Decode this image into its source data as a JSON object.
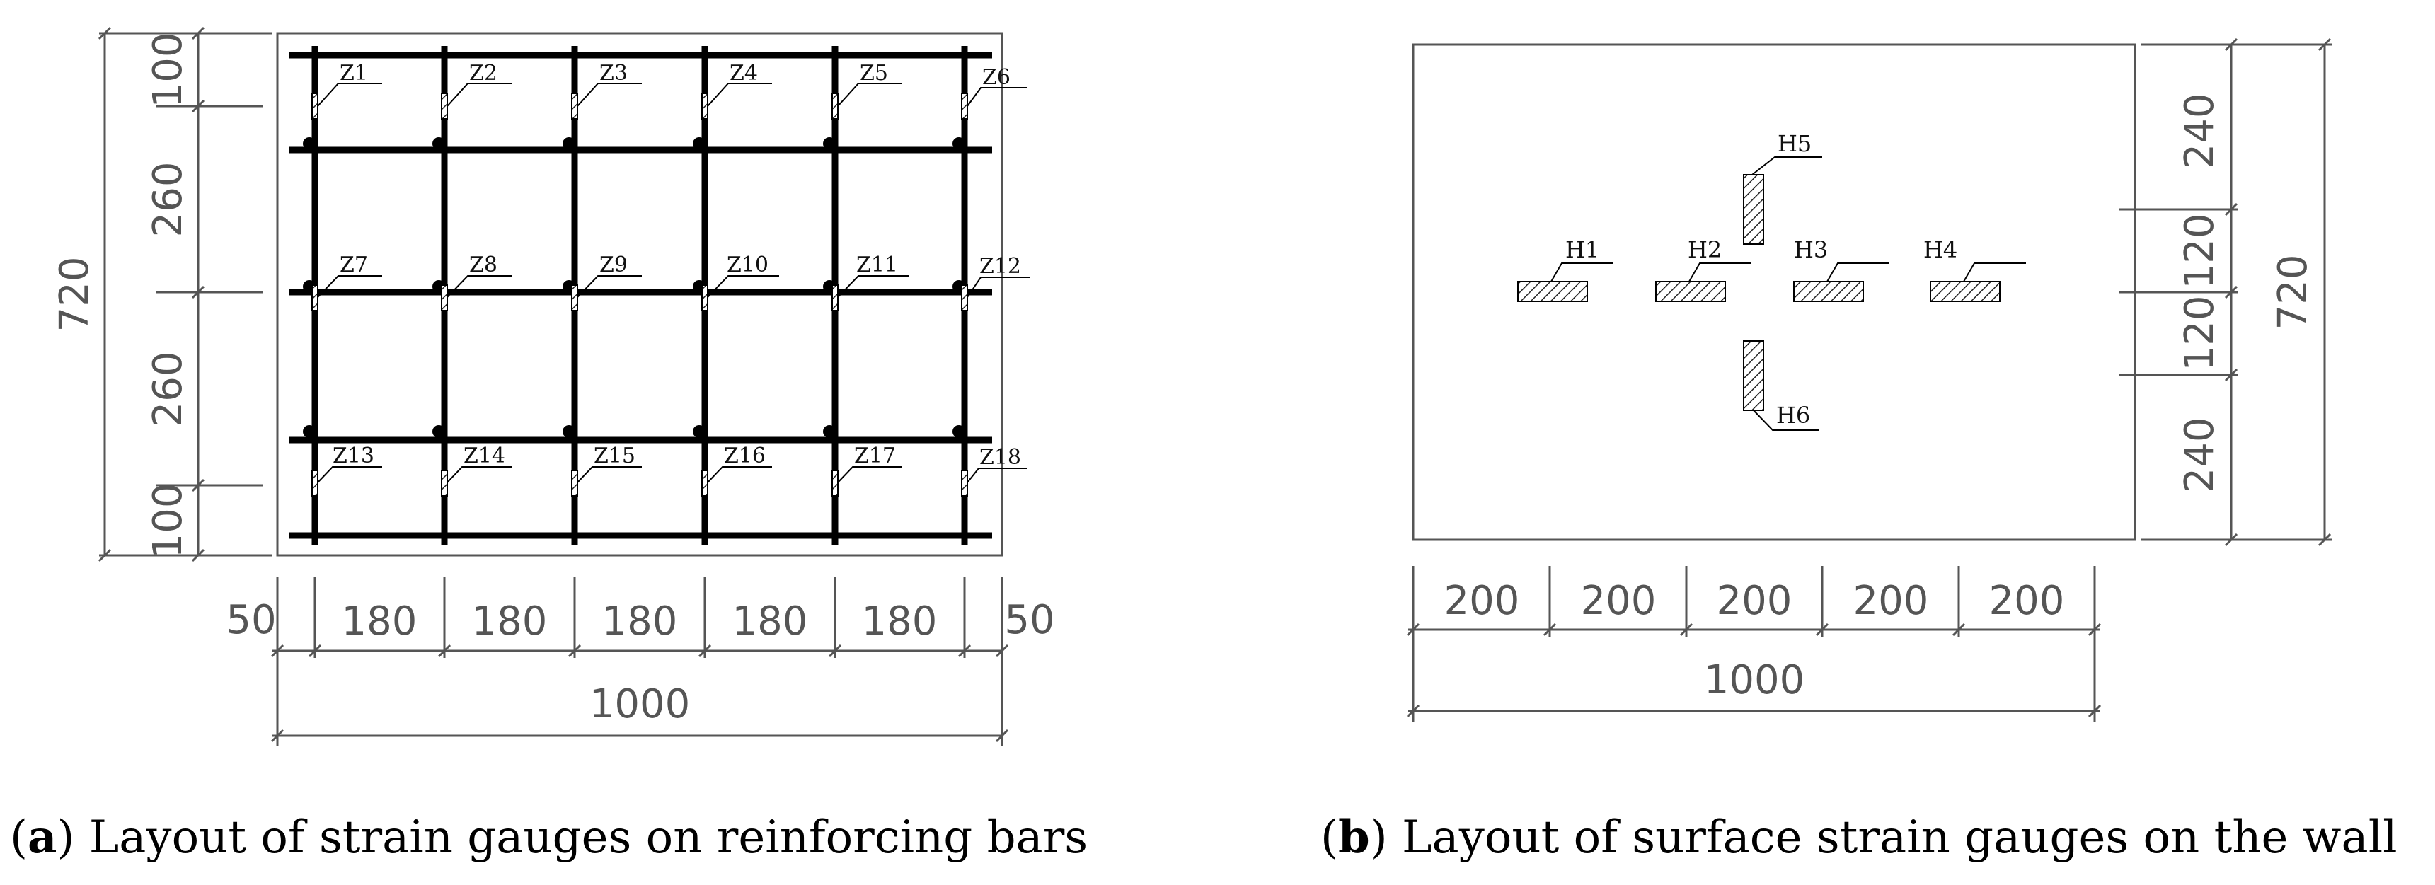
{
  "panel_a": {
    "caption_letter": "a",
    "caption_rest": " Layout of strain gauges on reinforcing bars",
    "total_width": "1000",
    "total_height": "720",
    "x_dims": [
      "50",
      "180",
      "180",
      "180",
      "180",
      "180",
      "50"
    ],
    "y_dims": [
      "100",
      "260",
      "260",
      "100"
    ],
    "gauges_row1": [
      "Z1",
      "Z2",
      "Z3",
      "Z4",
      "Z5",
      "Z6"
    ],
    "gauges_row2": [
      "Z7",
      "Z8",
      "Z9",
      "Z10",
      "Z11",
      "Z12"
    ],
    "gauges_row3": [
      "Z13",
      "Z14",
      "Z15",
      "Z16",
      "Z17",
      "Z18"
    ]
  },
  "panel_b": {
    "caption_letter": "b",
    "caption_rest": " Layout of surface strain gauges on the wall",
    "total_width": "1000",
    "total_height": "720",
    "x_dims": [
      "200",
      "200",
      "200",
      "200",
      "200"
    ],
    "y_dims": [
      "240",
      "120",
      "120",
      "240"
    ],
    "gauges_horizontal": [
      "H1",
      "H2",
      "H3",
      "H4"
    ],
    "gauge_top": "H5",
    "gauge_bottom": "H6"
  },
  "colors": {
    "line": "#000000",
    "dimension": "#555555",
    "background": "#ffffff"
  }
}
